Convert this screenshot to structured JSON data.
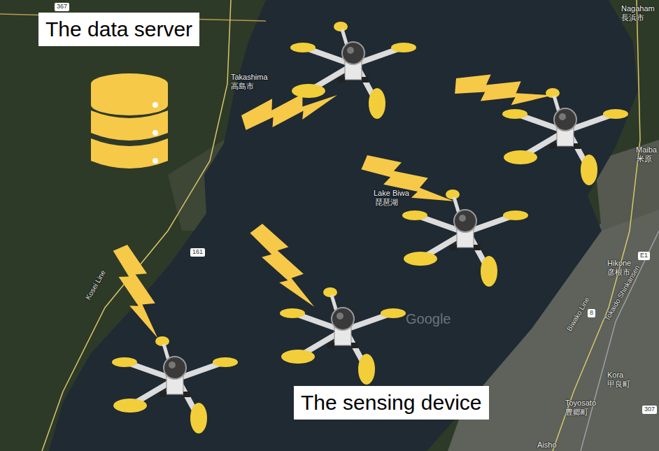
{
  "diagram": {
    "nodes": [
      {
        "text": [
          "The data server"
        ]
      },
      {
        "text": [
          "The sensing device"
        ]
      }
    ],
    "labels": [
      "367",
      "Takashima",
      "高島市",
      "Nagaham",
      "長浜市",
      "Maiba",
      "米原",
      "Lake Biwa",
      "琵琶湖",
      "Hikone",
      "彦根市",
      "161",
      "Kosei Line",
      "Biwako Line",
      "Tokaido Shinkansen",
      "8",
      "E1",
      "Kora",
      "甲良町",
      "Toyosato",
      "豊郷町",
      "Aisho",
      "307",
      "Google"
    ]
  }
}
